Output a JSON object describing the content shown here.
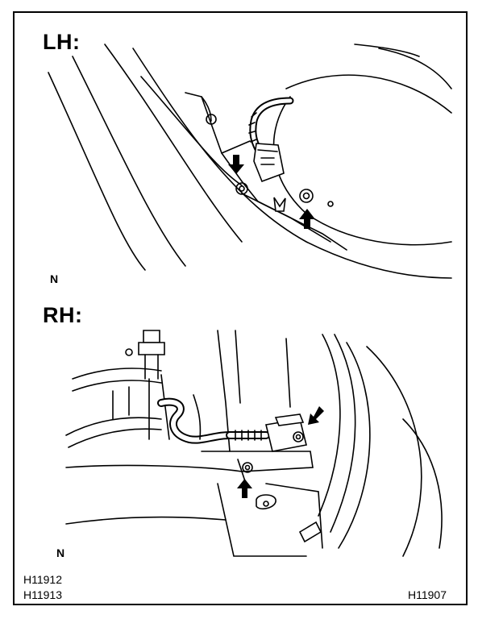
{
  "panels": {
    "lh": {
      "label": "LH:",
      "orientation": "N"
    },
    "rh": {
      "label": "RH:",
      "orientation": "N"
    }
  },
  "codes": {
    "left_top": "H11912",
    "left_bottom": "H11913",
    "right": "H11907"
  },
  "colors": {
    "ink": "#000000",
    "paper": "#ffffff"
  }
}
